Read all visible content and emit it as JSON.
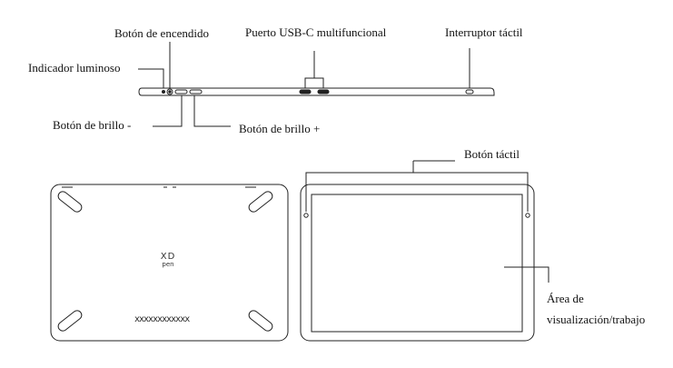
{
  "labels": {
    "power_button": "Botón de encendido",
    "usb_port": "Puerto USB-C multifuncional",
    "touch_switch": "Interruptor táctil",
    "indicator_light": "Indicador luminoso",
    "brightness_minus": "Botón de brillo -",
    "brightness_plus": "Botón de brillo +",
    "touch_button": "Botón táctil",
    "work_area_line1": "Área de",
    "work_area_line2": "visualización/trabajo"
  },
  "logo": {
    "top": "XD",
    "bottom": "pen"
  },
  "vent_text": "xxxxxxxxxxxx",
  "colors": {
    "line": "#222222",
    "text": "#111111",
    "background": "#ffffff"
  }
}
